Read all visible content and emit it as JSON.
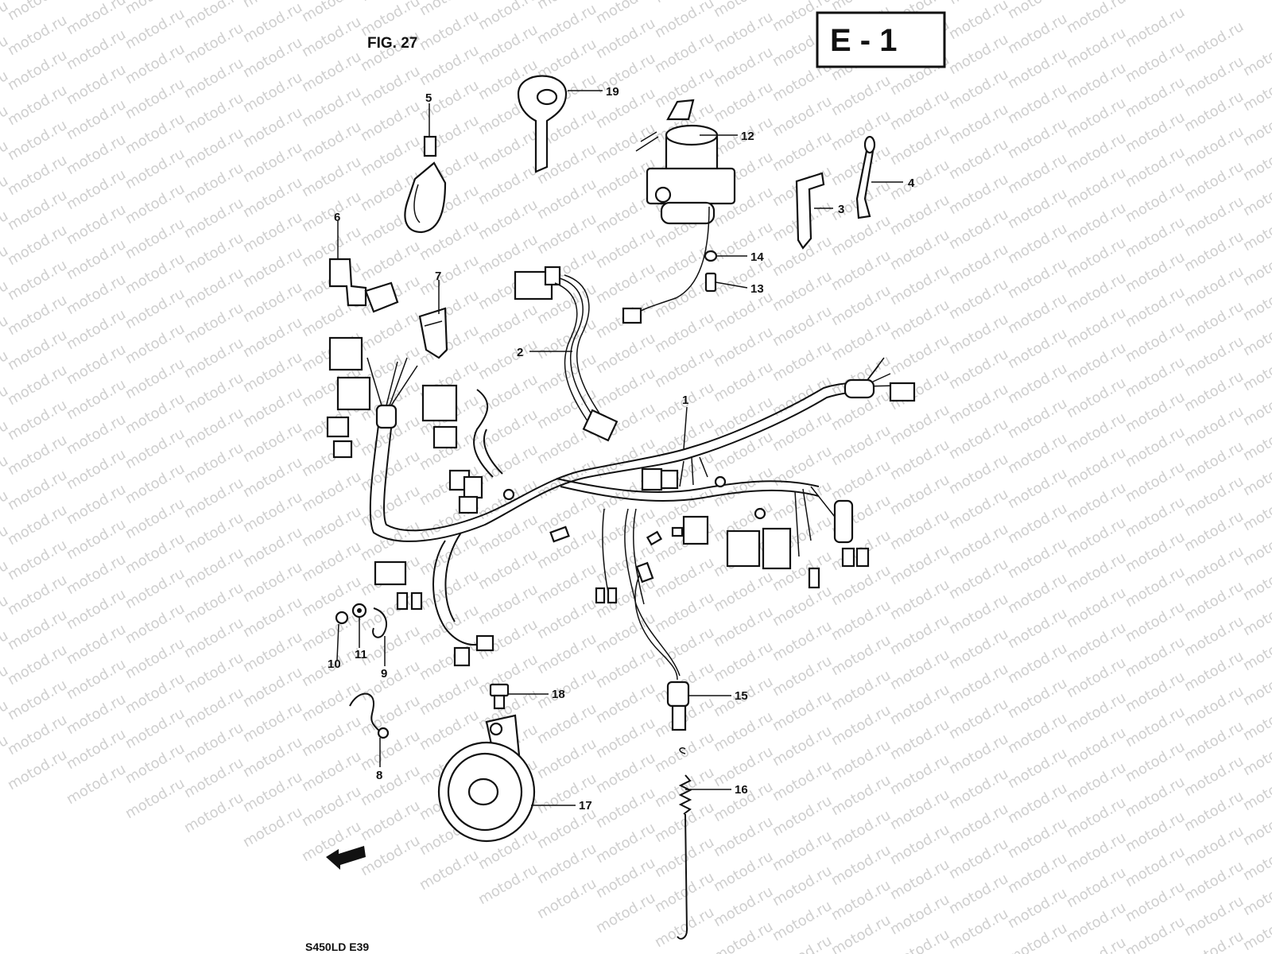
{
  "figure_title": "FIG. 27",
  "section_badge": "E - 1",
  "watermark": "motod.ru",
  "model_code": "S450LD E39",
  "callouts": [
    {
      "id": "1",
      "part": "main-harness"
    },
    {
      "id": "2",
      "part": "sub-harness"
    },
    {
      "id": "3",
      "part": "wire-clamp"
    },
    {
      "id": "4",
      "part": "wire-clamp-strap"
    },
    {
      "id": "5",
      "part": "clamp-band"
    },
    {
      "id": "6",
      "part": "clamp-bracket"
    },
    {
      "id": "7",
      "part": "clamp"
    },
    {
      "id": "8",
      "part": "clip"
    },
    {
      "id": "9",
      "part": "clamp-ring"
    },
    {
      "id": "10",
      "part": "screw"
    },
    {
      "id": "11",
      "part": "washer"
    },
    {
      "id": "12",
      "part": "ignition-switch"
    },
    {
      "id": "13",
      "part": "bolt"
    },
    {
      "id": "14",
      "part": "washer"
    },
    {
      "id": "15",
      "part": "rear-brake-switch"
    },
    {
      "id": "16",
      "part": "spring"
    },
    {
      "id": "17",
      "part": "horn"
    },
    {
      "id": "18",
      "part": "bolt"
    },
    {
      "id": "19",
      "part": "key"
    }
  ]
}
